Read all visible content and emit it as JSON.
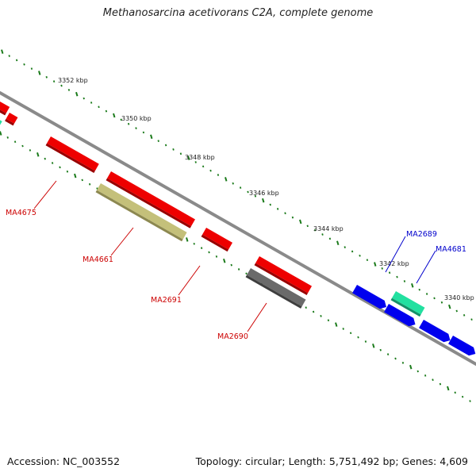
{
  "title": "Methanosarcina acetivorans C2A, complete genome",
  "footer": {
    "accession": "Accession: NC_003552",
    "topology": "Topology: circular; Length: 5,751,492 bp; Genes: 4,609"
  },
  "colors": {
    "backbone": "#8a8a8a",
    "tick": "#1a7a1a",
    "red_gene": "#ee0000",
    "olive_gene": "#c4c07a",
    "gray_gene": "#6a6a6a",
    "blue_gene": "#0000ee",
    "teal_gene": "#22e0a0",
    "red_label": "#cc0000",
    "blue_label": "#0000cc"
  },
  "scale_labels": [
    "3352 kbp",
    "3350 kbp",
    "3348 kbp",
    "3346 kbp",
    "3344 kbp",
    "3342 kbp",
    "3340 kbp"
  ],
  "gene_labels": [
    {
      "text": "MA4675",
      "color": "red"
    },
    {
      "text": "MA4661",
      "color": "red"
    },
    {
      "text": "MA2691",
      "color": "red"
    },
    {
      "text": "MA2690",
      "color": "red"
    },
    {
      "text": "MA2689",
      "color": "blue"
    },
    {
      "text": "MA4681",
      "color": "blue"
    }
  ]
}
